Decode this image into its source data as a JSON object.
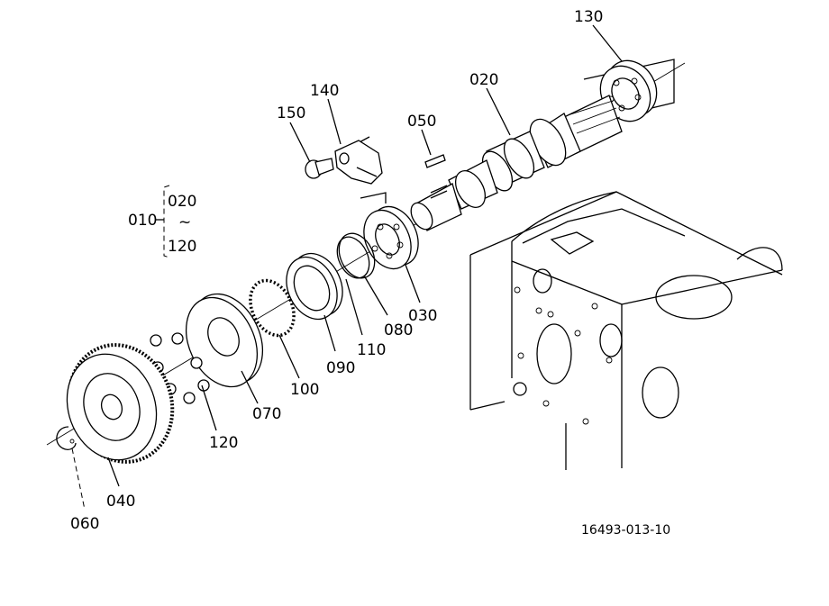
{
  "diagram": {
    "drawing_number": "16493-013-10",
    "group": {
      "label": "010",
      "from": "020",
      "range_symbol": "~",
      "to": "120"
    },
    "callouts": [
      {
        "id": "130",
        "label": "130"
      },
      {
        "id": "020",
        "label": "020"
      },
      {
        "id": "140",
        "label": "140"
      },
      {
        "id": "150",
        "label": "150"
      },
      {
        "id": "050",
        "label": "050"
      },
      {
        "id": "030",
        "label": "030"
      },
      {
        "id": "080",
        "label": "080"
      },
      {
        "id": "110",
        "label": "110"
      },
      {
        "id": "090",
        "label": "090"
      },
      {
        "id": "100",
        "label": "100"
      },
      {
        "id": "070",
        "label": "070"
      },
      {
        "id": "120",
        "label": "120"
      },
      {
        "id": "040",
        "label": "040"
      },
      {
        "id": "060",
        "label": "060"
      }
    ]
  }
}
